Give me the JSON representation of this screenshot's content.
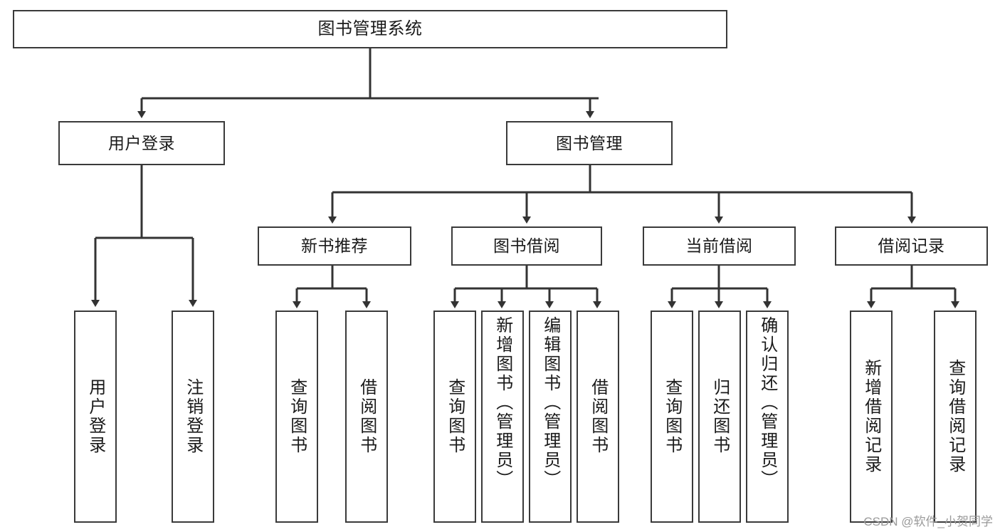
{
  "diagram": {
    "title": "图书管理系统",
    "type": "hierarchy-tree",
    "watermark": "CSDN @软件_小贺同学",
    "colors": {
      "box_border": "#3a3a3a",
      "box_fill": "#ffffff",
      "edge": "#333333",
      "text": "#1a1a1a",
      "watermark": "#9a9a9a"
    },
    "nodes": {
      "root": {
        "label": "图书管理系统",
        "level": 1
      },
      "user_login": {
        "label": "用户登录",
        "level": 2
      },
      "book_manage": {
        "label": "图书管理",
        "level": 2
      },
      "new_book_rec": {
        "label": "新书推荐",
        "level": 3
      },
      "book_borrow": {
        "label": "图书借阅",
        "level": 3
      },
      "current_borrow": {
        "label": "当前借阅",
        "level": 3
      },
      "borrow_record": {
        "label": "借阅记录",
        "level": 3
      },
      "leaf_user_login": {
        "label": "用户登录",
        "level": 3
      },
      "leaf_logout": {
        "label": "注销登录",
        "level": 3
      },
      "leaf_query_book_1": {
        "label": "查询图书",
        "level": 4
      },
      "leaf_borrow_book_1": {
        "label": "借阅图书",
        "level": 4
      },
      "leaf_query_book_2": {
        "label": "查询图书",
        "level": 4
      },
      "leaf_add_book": {
        "label": "新增图书（管理员）",
        "level": 4
      },
      "leaf_edit_book": {
        "label": "编辑图书（管理员）",
        "level": 4
      },
      "leaf_borrow_book_2": {
        "label": "借阅图书",
        "level": 4
      },
      "leaf_query_book_3": {
        "label": "查询图书",
        "level": 4
      },
      "leaf_return_book": {
        "label": "归还图书",
        "level": 4
      },
      "leaf_confirm_return": {
        "label": "确认归还（管理员）",
        "level": 4
      },
      "leaf_add_record": {
        "label": "新增借阅记录",
        "level": 4
      },
      "leaf_query_record": {
        "label": "查询借阅记录",
        "level": 4
      }
    },
    "edges": [
      {
        "from": "root",
        "to": "user_login"
      },
      {
        "from": "root",
        "to": "book_manage"
      },
      {
        "from": "user_login",
        "to": "leaf_user_login"
      },
      {
        "from": "user_login",
        "to": "leaf_logout"
      },
      {
        "from": "book_manage",
        "to": "new_book_rec"
      },
      {
        "from": "book_manage",
        "to": "book_borrow"
      },
      {
        "from": "book_manage",
        "to": "current_borrow"
      },
      {
        "from": "book_manage",
        "to": "borrow_record"
      },
      {
        "from": "new_book_rec",
        "to": "leaf_query_book_1"
      },
      {
        "from": "new_book_rec",
        "to": "leaf_borrow_book_1"
      },
      {
        "from": "book_borrow",
        "to": "leaf_query_book_2"
      },
      {
        "from": "book_borrow",
        "to": "leaf_add_book"
      },
      {
        "from": "book_borrow",
        "to": "leaf_edit_book"
      },
      {
        "from": "book_borrow",
        "to": "leaf_borrow_book_2"
      },
      {
        "from": "current_borrow",
        "to": "leaf_query_book_3"
      },
      {
        "from": "current_borrow",
        "to": "leaf_return_book"
      },
      {
        "from": "current_borrow",
        "to": "leaf_confirm_return"
      },
      {
        "from": "borrow_record",
        "to": "leaf_add_record"
      },
      {
        "from": "borrow_record",
        "to": "leaf_query_record"
      }
    ]
  }
}
